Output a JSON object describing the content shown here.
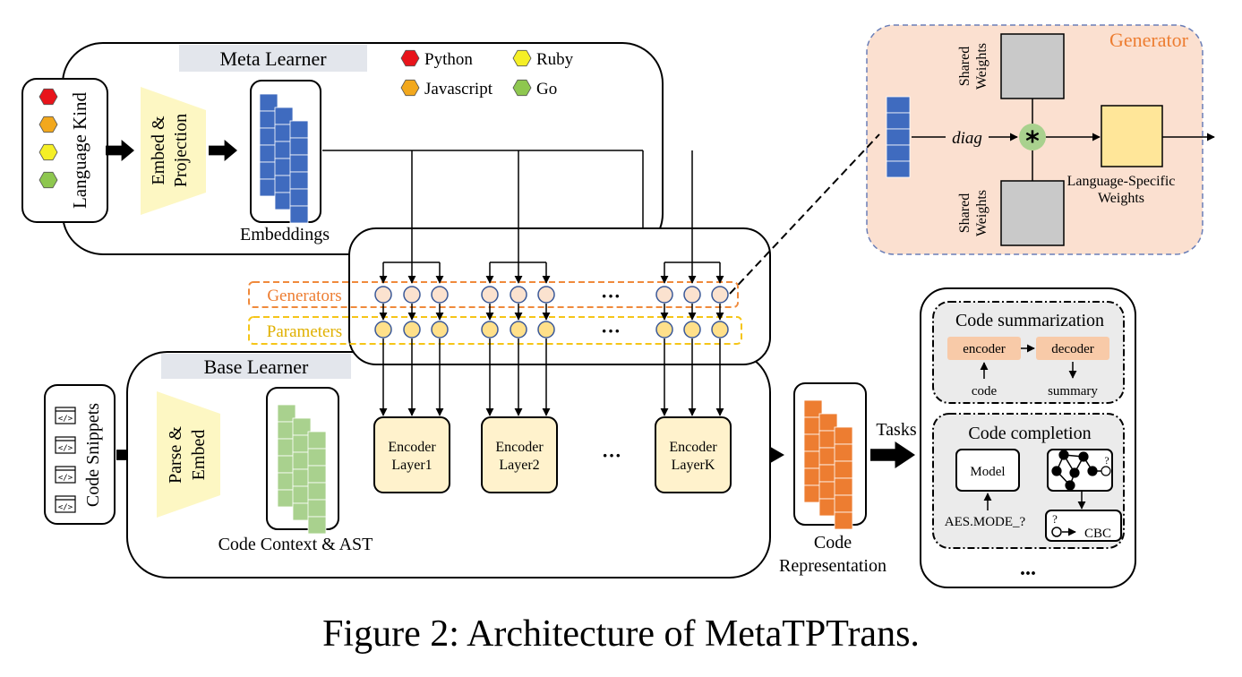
{
  "caption": "Figure 2: Architecture of MetaTPTrans.",
  "meta_learner": {
    "title": "Meta Learner",
    "language_kind_label": "Language Kind",
    "embed_projection_line1": "Embed &",
    "embed_projection_line2": "Projection",
    "embeddings_label": "Embeddings",
    "legend": [
      {
        "name": "Python",
        "color": "#e8141b"
      },
      {
        "name": "Ruby",
        "color": "#f5ef26"
      },
      {
        "name": "Javascript",
        "color": "#f2a81d"
      },
      {
        "name": "Go",
        "color": "#8ec74f"
      }
    ]
  },
  "generator": {
    "title": "Generator",
    "shared_weights_line1": "Shared",
    "shared_weights_line2": "Weights",
    "diag_label": "diag",
    "op_symbol": "*",
    "lang_specific_line1": "Language-Specific",
    "lang_specific_line2": "Weights"
  },
  "middle": {
    "generators_label": "Generators",
    "parameters_label": "Parameters",
    "ellipsis": "···"
  },
  "base_learner": {
    "title": "Base Learner",
    "code_snippets_label": "Code Snippets",
    "parse_embed_line1": "Parse &",
    "parse_embed_line2": "Embed",
    "code_context_label": "Code Context & AST",
    "encoder_layers": [
      {
        "line1": "Encoder",
        "line2": "Layer1"
      },
      {
        "line1": "Encoder",
        "line2": "Layer2"
      },
      {
        "line1": "Encoder",
        "line2": "LayerK"
      }
    ],
    "ellipsis": "···",
    "code_rep_line1": "Code",
    "code_rep_line2": "Representation",
    "tasks_label": "Tasks"
  },
  "tasks": {
    "summarization": {
      "title": "Code summarization",
      "encoder": "encoder",
      "decoder": "decoder",
      "code": "code",
      "summary": "summary"
    },
    "completion": {
      "title": "Code completion",
      "model": "Model",
      "aes": "AES.MODE_?",
      "q": "?",
      "cbc": "CBC"
    },
    "more": "..."
  },
  "colors": {
    "embed_fill": "#3f6bbf",
    "ast_fill": "#a9d18e",
    "rep_fill": "#ed7d31",
    "trapezoid_fill": "#fdf7c3",
    "encoder_fill": "#fff2cc",
    "generator_bg": "#fbe0d0",
    "generator_border": "#6b7fb8",
    "generators_dash": "#f08a3c",
    "parameters_dash": "#f5c518",
    "gen_circle": "#fbe2cf",
    "param_circle": "#ffe08a",
    "circle_border": "#3b5998",
    "title_bg": "#e3e6ec",
    "task_bg": "#ebebeb",
    "op_fill": "#a9d18e",
    "lang_weight_fill": "#ffe699",
    "shared_fill": "#c9c9c9"
  }
}
